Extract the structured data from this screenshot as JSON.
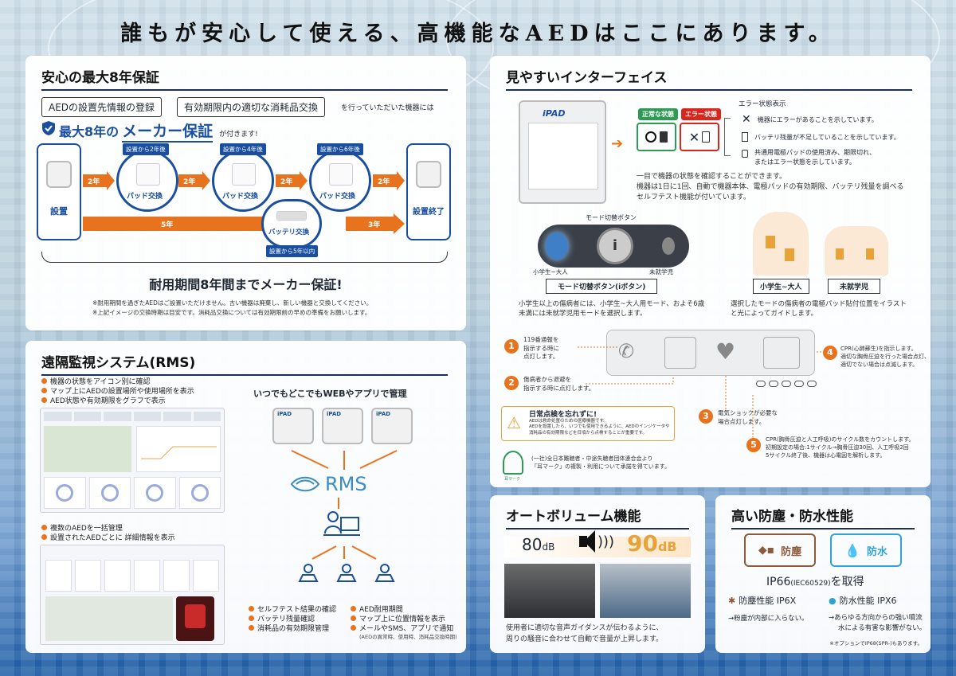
{
  "headline": "誰もが安心して使える、高機能なAEDはここにあります。",
  "warranty": {
    "title": "安心の最大8年保証",
    "box1": "AEDの設置先情報の登録",
    "box2": "有効期限内の適切な消耗品交換",
    "tail": "を行っていただいた機器には",
    "badge_prefix": "最大8年の",
    "badge_main": "メーカー保証",
    "badge_suffix": "が付きます!",
    "steps": {
      "install": "設置",
      "end": "設置終了",
      "pad": "パッド交換",
      "battery": "バッテリ交換"
    },
    "timing": {
      "t2": "設置から2年後",
      "t4": "設置から4年後",
      "t6": "設置から6年後",
      "t5": "設置から5年以内"
    },
    "years": {
      "y2": "2年",
      "y5": "5年",
      "y3": "3年"
    },
    "guarantee": "耐用期間8年間までメーカー保証!",
    "note1": "※耐用期間を過ぎたAEDはご設置いただけません。古い機器は廃棄し、新しい機器と交換してください。",
    "note2": "※上記イメージの交換時期は目安です。消耗品交換については有効期限前の早めの準備をお願いします。"
  },
  "rms": {
    "title": "遠隔監視システム(RMS)",
    "b1": "機器の状態をアイコン別に確認",
    "b2": "マップ上にAEDの設置場所や使用場所を表示",
    "b3": "AED状態や有効期限をグラフで表示",
    "b4": "複数のAEDを一括管理",
    "b5": "設置されたAEDごとに 詳細情報を表示",
    "manage": "いつでもどこでもWEBやアプリで管理",
    "logo": "RMS",
    "c1": "セルフテスト結果の確認",
    "c2": "バッテリ残量確認",
    "c3": "消耗品の有効期限管理",
    "c4": "AED耐用期間",
    "c5": "マップ上に位置情報を表示",
    "c6": "メールやSMS、アプリで通知",
    "c6sub": "(AEDの異常時、使用時、消耗品交換時期)",
    "device_brand": "iPAD"
  },
  "ui": {
    "title": "見やすいインターフェイス",
    "normal": "正常な状態",
    "error": "エラー状態",
    "err_head": "エラー状態表示",
    "err1": "機器にエラーがあることを示しています。",
    "err2": "バッテリ残量が不足していることを示しています。",
    "err3a": "共通用電極パッドの使用済み、期限切れ、",
    "err3b": "またはエラー状態を示しています。",
    "check1": "一目で機器の状態を確認することができます。",
    "check2": "機器は1日に1回、自動で機器本体、電極パッドの有効期限、バッテリ残量を調べる",
    "check3": "セルフテスト機能が付いています。",
    "mode_btn": "モード切替ボタン",
    "mode_left": "小学生~大人",
    "mode_right": "未就学児",
    "mode_label": "モード切替ボタン(iボタン)",
    "adult": "小学生~大人",
    "child": "未就学児",
    "mode_desc1": "小学生以上の傷病者には、小学生~大人用モード、およそ6歳",
    "mode_desc2": "未満には未就学児用モードを選択します。",
    "pad_desc1": "選択したモードの傷病者の電極パッド貼付位置をイラスト",
    "pad_desc2": "と光によってガイドします。",
    "s1a": "119番通報を",
    "s1b": "指示する時に",
    "s1c": "点灯します。",
    "s2a": "傷病者から退避を",
    "s2b": "指示する時に点灯します。",
    "s3a": "電気ショックが必要な",
    "s3b": "場合点灯します。",
    "s4a": "CPR(心肺蘇生)を指示します。",
    "s4b": "適切な胸骨圧迫を行った場合点灯、",
    "s4c": "適切でない場合は点滅します。",
    "s5a": "CPR(胸骨圧迫と人工呼吸)のサイクル数をカウントします。",
    "s5b": "初期設定の場合:1サイクル→胸骨圧迫30回、人工呼吸2回",
    "s5c": "5サイクル終了後、機器は心電図を解析します。",
    "n1": "1",
    "n2": "2",
    "n3": "3",
    "n4": "4",
    "n5": "5",
    "daily_title": "日常点検を忘れずに!",
    "daily1": "AEDは救命処置のための医療機器です。",
    "daily2": "AEDを設置したら、いつでも使用できるように、AEDのインジケータや",
    "daily3": "消耗品の有効期限などを日頃から点検することが重要です。",
    "ear1": "(一社)全日本難聴者・中途失聴者団体連合会より",
    "ear2": "「耳マーク」の複製・利用について承諾を得ています。",
    "ear_caption": "耳マーク"
  },
  "volume": {
    "title": "オートボリューム機能",
    "low": "80",
    "high": "90",
    "unit": "dB",
    "desc1": "使用者に適切な音声ガイダンスが伝わるように、",
    "desc2": "周りの騒音に合わせて自動で音量が上昇します。"
  },
  "ip": {
    "title": "高い防塵・防水性能",
    "dust": "防塵",
    "water": "防水",
    "rating_main": "IP66",
    "rating_sub": "(IEC60529)",
    "rating_tail": "を取得",
    "dust_perf": "防塵性能 IP6X",
    "water_perf": "防水性能 IPX6",
    "dust_desc": "→粉塵が内部に入らない。",
    "water_desc1": "→あらゆる方向からの強い噴流",
    "water_desc2": "水による有害な影響がない。",
    "note": "※オプションでIP68(SPR-)もあります。"
  },
  "colors": {
    "navy": "#1a4fa0",
    "orange": "#e8731e",
    "green": "#2e9b54",
    "red": "#d9261c"
  }
}
